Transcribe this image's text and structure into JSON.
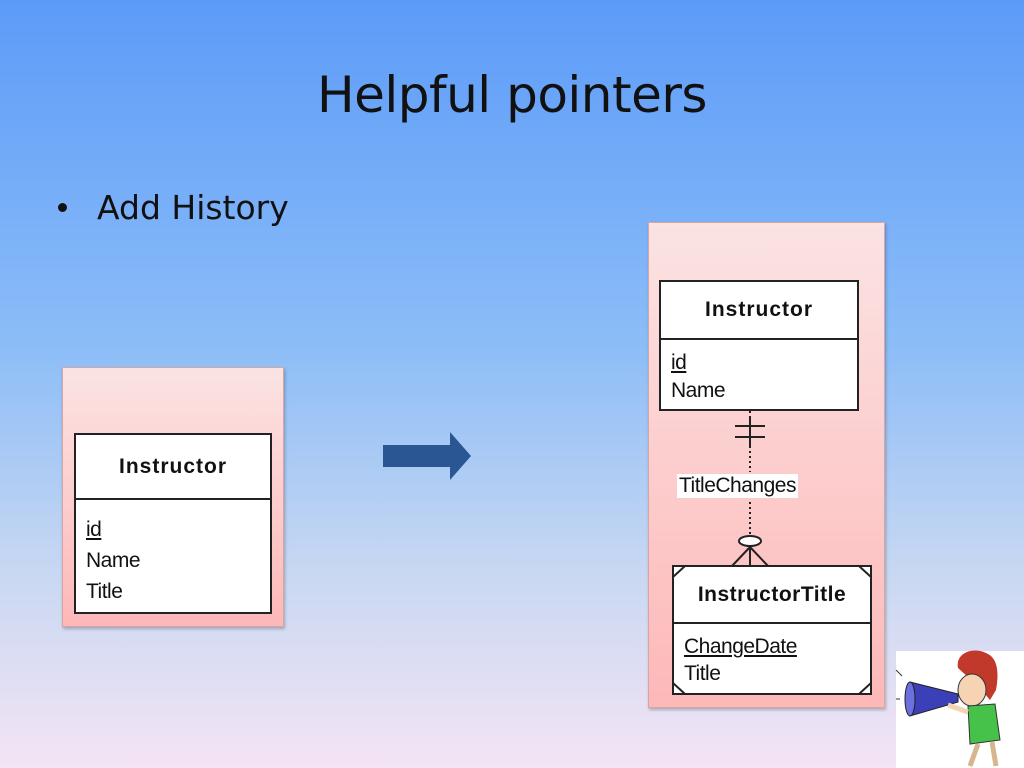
{
  "slide": {
    "title": "Helpful pointers",
    "bullet": "Add History"
  },
  "before": {
    "entity": {
      "name": "Instructor",
      "attributes": [
        {
          "text": "id",
          "key": true
        },
        {
          "text": "Name",
          "key": false
        },
        {
          "text": "Title",
          "key": false
        }
      ]
    }
  },
  "after": {
    "entity_top": {
      "name": "Instructor",
      "attributes": [
        {
          "text": "id",
          "key": true
        },
        {
          "text": "Name",
          "key": false
        }
      ]
    },
    "relationship": "TitleChanges",
    "entity_bottom": {
      "name": "InstructorTitle",
      "attributes": [
        {
          "text": "ChangeDate",
          "key": true
        },
        {
          "text": "Title",
          "key": false
        }
      ]
    }
  },
  "colors": {
    "arrow": "#2a5694",
    "panel": "#fdc9c9"
  },
  "icons": [
    "right-arrow-icon",
    "megaphone-person-icon"
  ]
}
